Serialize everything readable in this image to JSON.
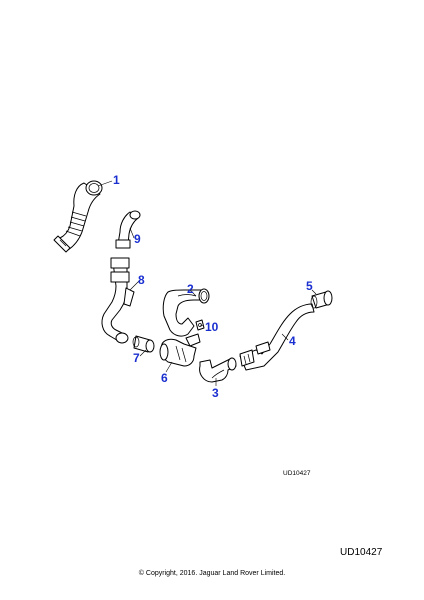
{
  "diagram": {
    "callouts": [
      "1",
      "2",
      "3",
      "4",
      "5",
      "6",
      "7",
      "8",
      "9",
      "10"
    ],
    "illustration_ref": "UD10427"
  },
  "footer": {
    "reference_code": "UD10427",
    "copyright": "© Copyright, 2016. Jaguar Land Rover Limited."
  },
  "colors": {
    "callout": "#1a2fd0",
    "line": "#000000",
    "background": "#ffffff"
  }
}
